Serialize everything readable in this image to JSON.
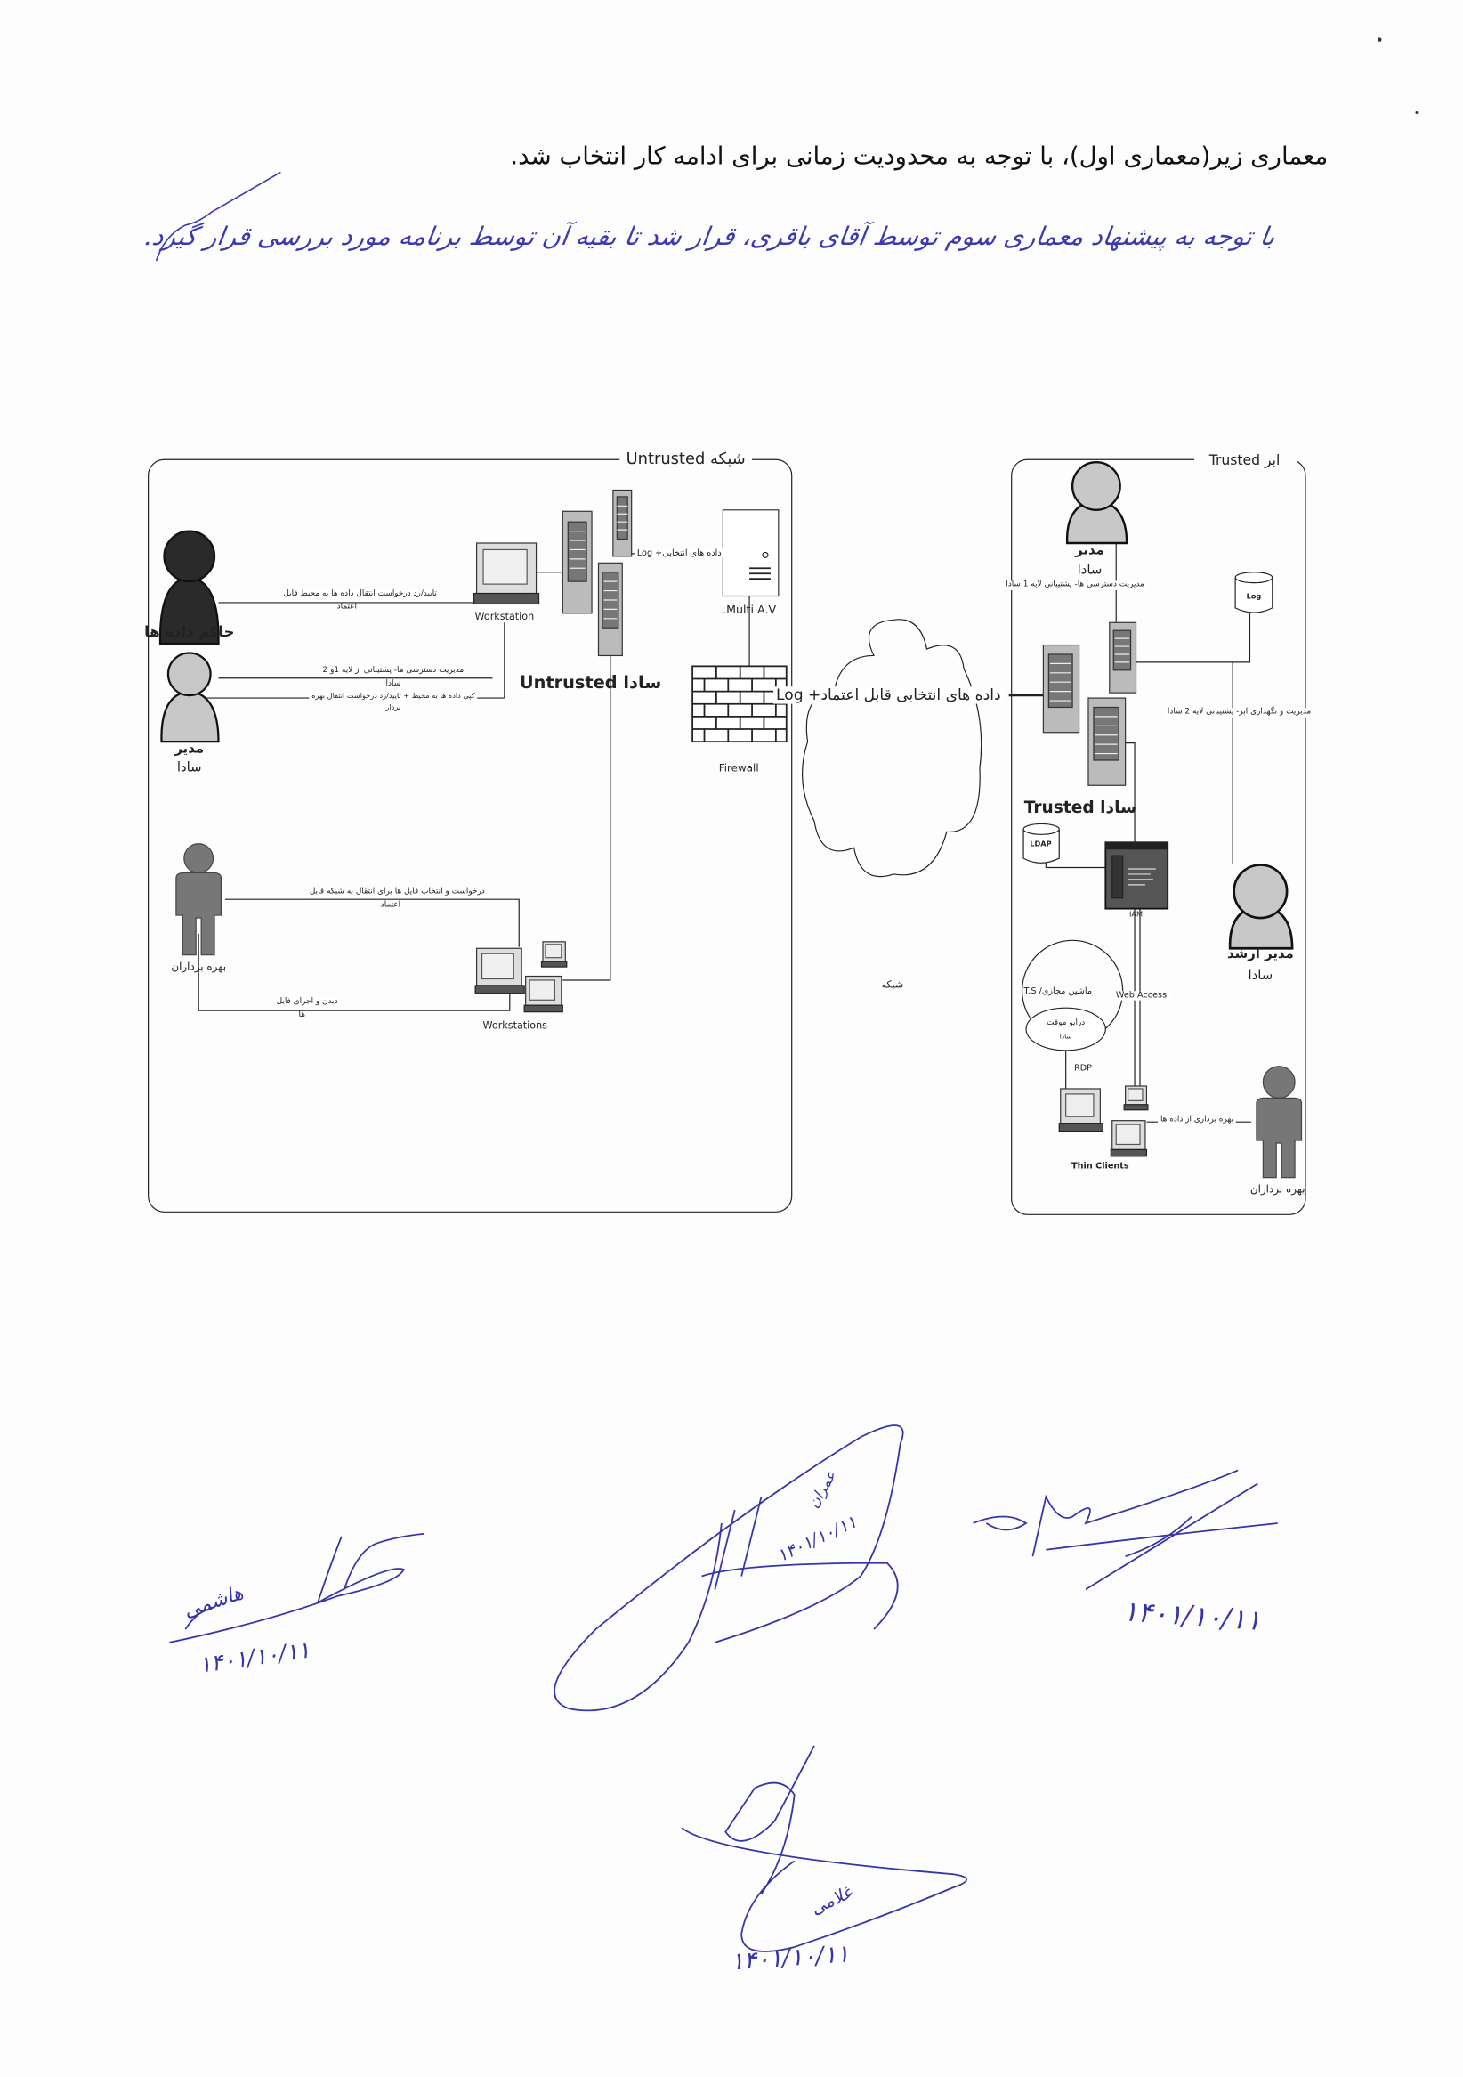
{
  "header_text": "معماری زیر(معماری اول)، با توجه به محدودیت زمانی برای ادامه کار انتخاب شد.",
  "handwritten_note": "با توجه به پیشنهاد معماری سوم توسط آقای باقری، قرار شد تا بقیه آن توسط برنامه مورد بررسی قرار گیرد.",
  "untrusted": {
    "title": "شبکه Untrusted",
    "data_owner": "حاکم داده ها",
    "manager_role": "مدیر",
    "manager_org": "سادا",
    "zone_label": "سادا Untrusted",
    "workstation": "Workstation",
    "multi_av": "Multi A.V.",
    "firewall": "Firewall",
    "log_link": "داده های انتخابی+ Log",
    "users": "بهره برداران",
    "workstations": "Workstations",
    "links": {
      "approve_1": "تایید/رد درخواست انتقال داده ها به محیط قابل",
      "approve_2": "اعتماد",
      "manage_1": "مدیریت دسترسی ها- پشتیبانی از لایه 1و 2",
      "manage_2": "سادا",
      "copy_1": "کپی داده ها به محیط + تایید/رد درخواست انتقال بهره",
      "copy_2": "بردار",
      "request_1": "درخواست و انتخاب فایل ها برای انتقال به شبکه قابل",
      "request_2": "اعتماد",
      "view_1": "دیدن و اجرای فایل",
      "view_2": "ها"
    }
  },
  "network": {
    "link": "داده های انتخابی قابل اعتماد+ Log",
    "label": "شبکه"
  },
  "trusted": {
    "title": "ابر Trusted",
    "manager_role": "مدیر",
    "manager_org": "سادا",
    "manager_link": "مدیریت دسترسی ها- پشتیبانی لایه 1 سادا",
    "log": "Log",
    "maintenance_link": "مدیریت و نگهداری ابر- پشتیبانی لایه 2 سادا",
    "zone_label": "سادا Trusted",
    "ldap": "LDAP",
    "iam": "IAM",
    "vm": "ماشین مجازی/ T.S",
    "web_access": "Web Access",
    "temp_drive_1": "درایو موقت",
    "temp_drive_2": "سادا",
    "rdp": "RDP",
    "thin_clients": "Thin Clients",
    "usage_link": "بهره برداری از داده ها",
    "senior_manager_role": "مدیر ارشد",
    "senior_manager_org": "سادا",
    "users": "بهره برداران"
  },
  "signatures": {
    "left_name": "هاشمی",
    "left_date": "۱۴۰۱/۱۰/۱۱",
    "center_name": "عمران",
    "center_date": "۱۴۰۱/۱۰/۱۱",
    "right_date": "۱۴۰۱/۱۰/۱۱",
    "bottom_name": "غلامی",
    "bottom_date": "۱۴۰۱/۱۰/۱۱"
  },
  "colors": {
    "ink": "#3535a8",
    "line": "#222222"
  }
}
